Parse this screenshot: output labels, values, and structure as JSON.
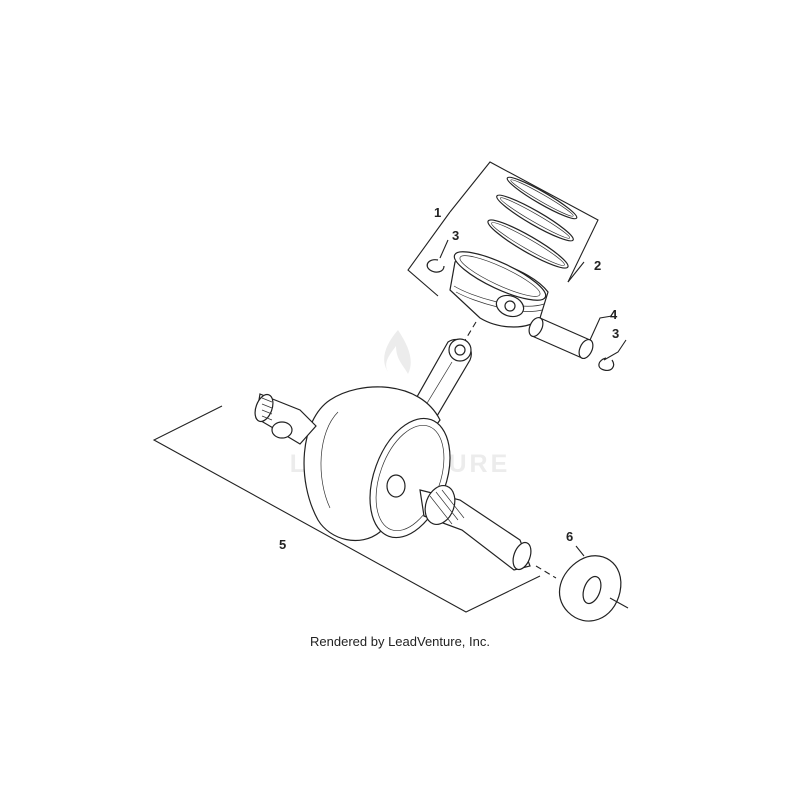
{
  "watermark": "LEADVENTURE",
  "credit": "Rendered by LeadVenture, Inc.",
  "callouts": {
    "piston_assembly": "1",
    "ring_set": "2",
    "circlip_left": "3",
    "piston_pin": "4",
    "circlip_right": "3",
    "crankshaft": "5",
    "washer": "6"
  }
}
